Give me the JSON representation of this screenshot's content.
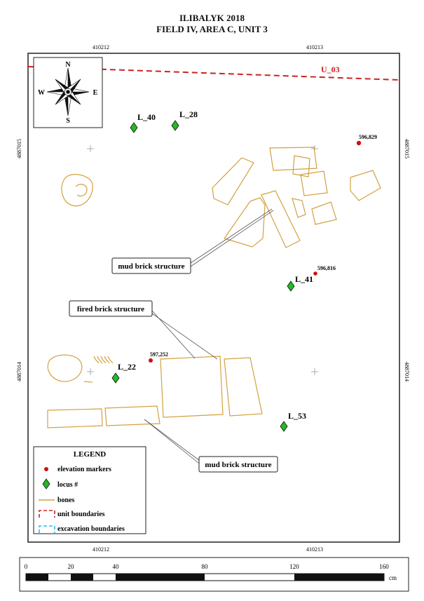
{
  "title": {
    "line1": "ILIBALYK 2018",
    "line2": "FIELD IV, AREA C, UNIT 3"
  },
  "grid_labels": {
    "easting_left": "410212",
    "easting_right": "410213",
    "northing_upper": "4887015",
    "northing_lower": "4887014"
  },
  "compass": {
    "n": "N",
    "s": "S",
    "e": "E",
    "w": "W",
    "icon": "compass-rose-icon"
  },
  "unit_label": "U_03",
  "loci": [
    {
      "label": "L_40"
    },
    {
      "label": "L_28"
    },
    {
      "label": "L_41"
    },
    {
      "label": "L_22"
    },
    {
      "label": "L_53"
    }
  ],
  "elevations": [
    {
      "value": "596,829"
    },
    {
      "value": "596,816"
    },
    {
      "value": "597,252"
    }
  ],
  "callouts": {
    "mud_upper": "mud brick structure",
    "fired": "fired brick structure",
    "mud_lower": "mud brick structure"
  },
  "legend": {
    "title": "LEGEND",
    "items": [
      {
        "label": "elevation markers",
        "icon": "elevation-marker-icon"
      },
      {
        "label": "locus #",
        "icon": "locus-diamond-icon"
      },
      {
        "label": "bones",
        "icon": "bones-line-icon"
      },
      {
        "label": "unit boundaries",
        "icon": "unit-boundary-icon"
      },
      {
        "label": "excavation boundaries",
        "icon": "excavation-boundary-icon"
      }
    ]
  },
  "scale_bar": {
    "ticks": [
      "0",
      "20",
      "40",
      "80",
      "120",
      "160"
    ],
    "unit": "cm"
  },
  "colors": {
    "bones": "#d4a040",
    "unit_boundary": "#cc2222",
    "excavation_boundary": "#33bbee",
    "elevation_marker": "#cc1111",
    "locus": "#22bb22",
    "frame": "#222222"
  }
}
